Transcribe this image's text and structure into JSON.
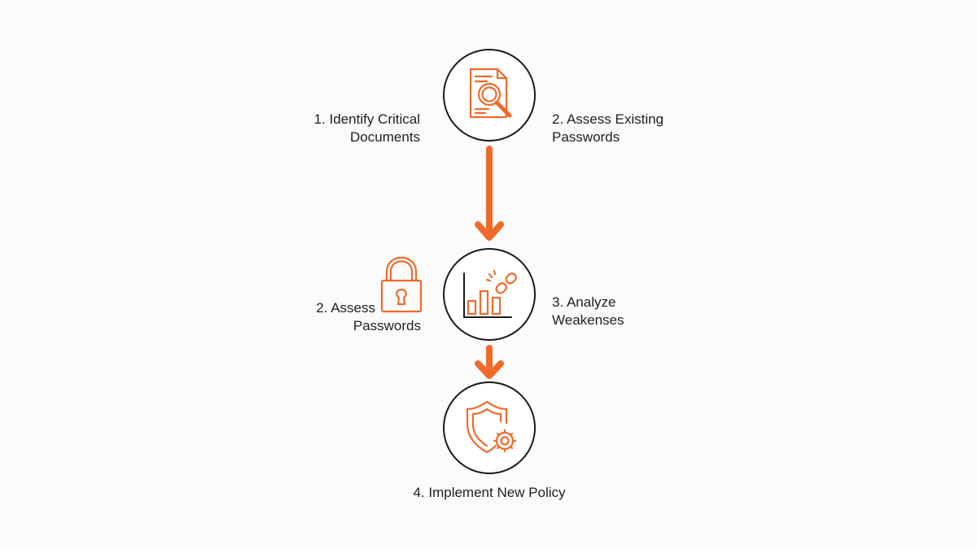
{
  "colors": {
    "accent": "#f06a2a",
    "circle_stroke": "#1a1a1a",
    "text": "#1e1e1e",
    "background": "#fbfbfb"
  },
  "steps": [
    {
      "icon": "document-search-icon",
      "left_label": [
        "1. Identify Critical",
        "Documents"
      ],
      "right_label": [
        "2. Assess Existing",
        "Passwords"
      ]
    },
    {
      "icon": "chart-broken-link-icon",
      "side_icon": "padlock-icon",
      "left_label": [
        "2. Assess",
        "Passwords"
      ],
      "right_label": [
        "3. Analyze",
        "Weakenses"
      ]
    },
    {
      "icon": "shield-gear-icon",
      "bottom_label": "4. Implement New Policy"
    }
  ]
}
